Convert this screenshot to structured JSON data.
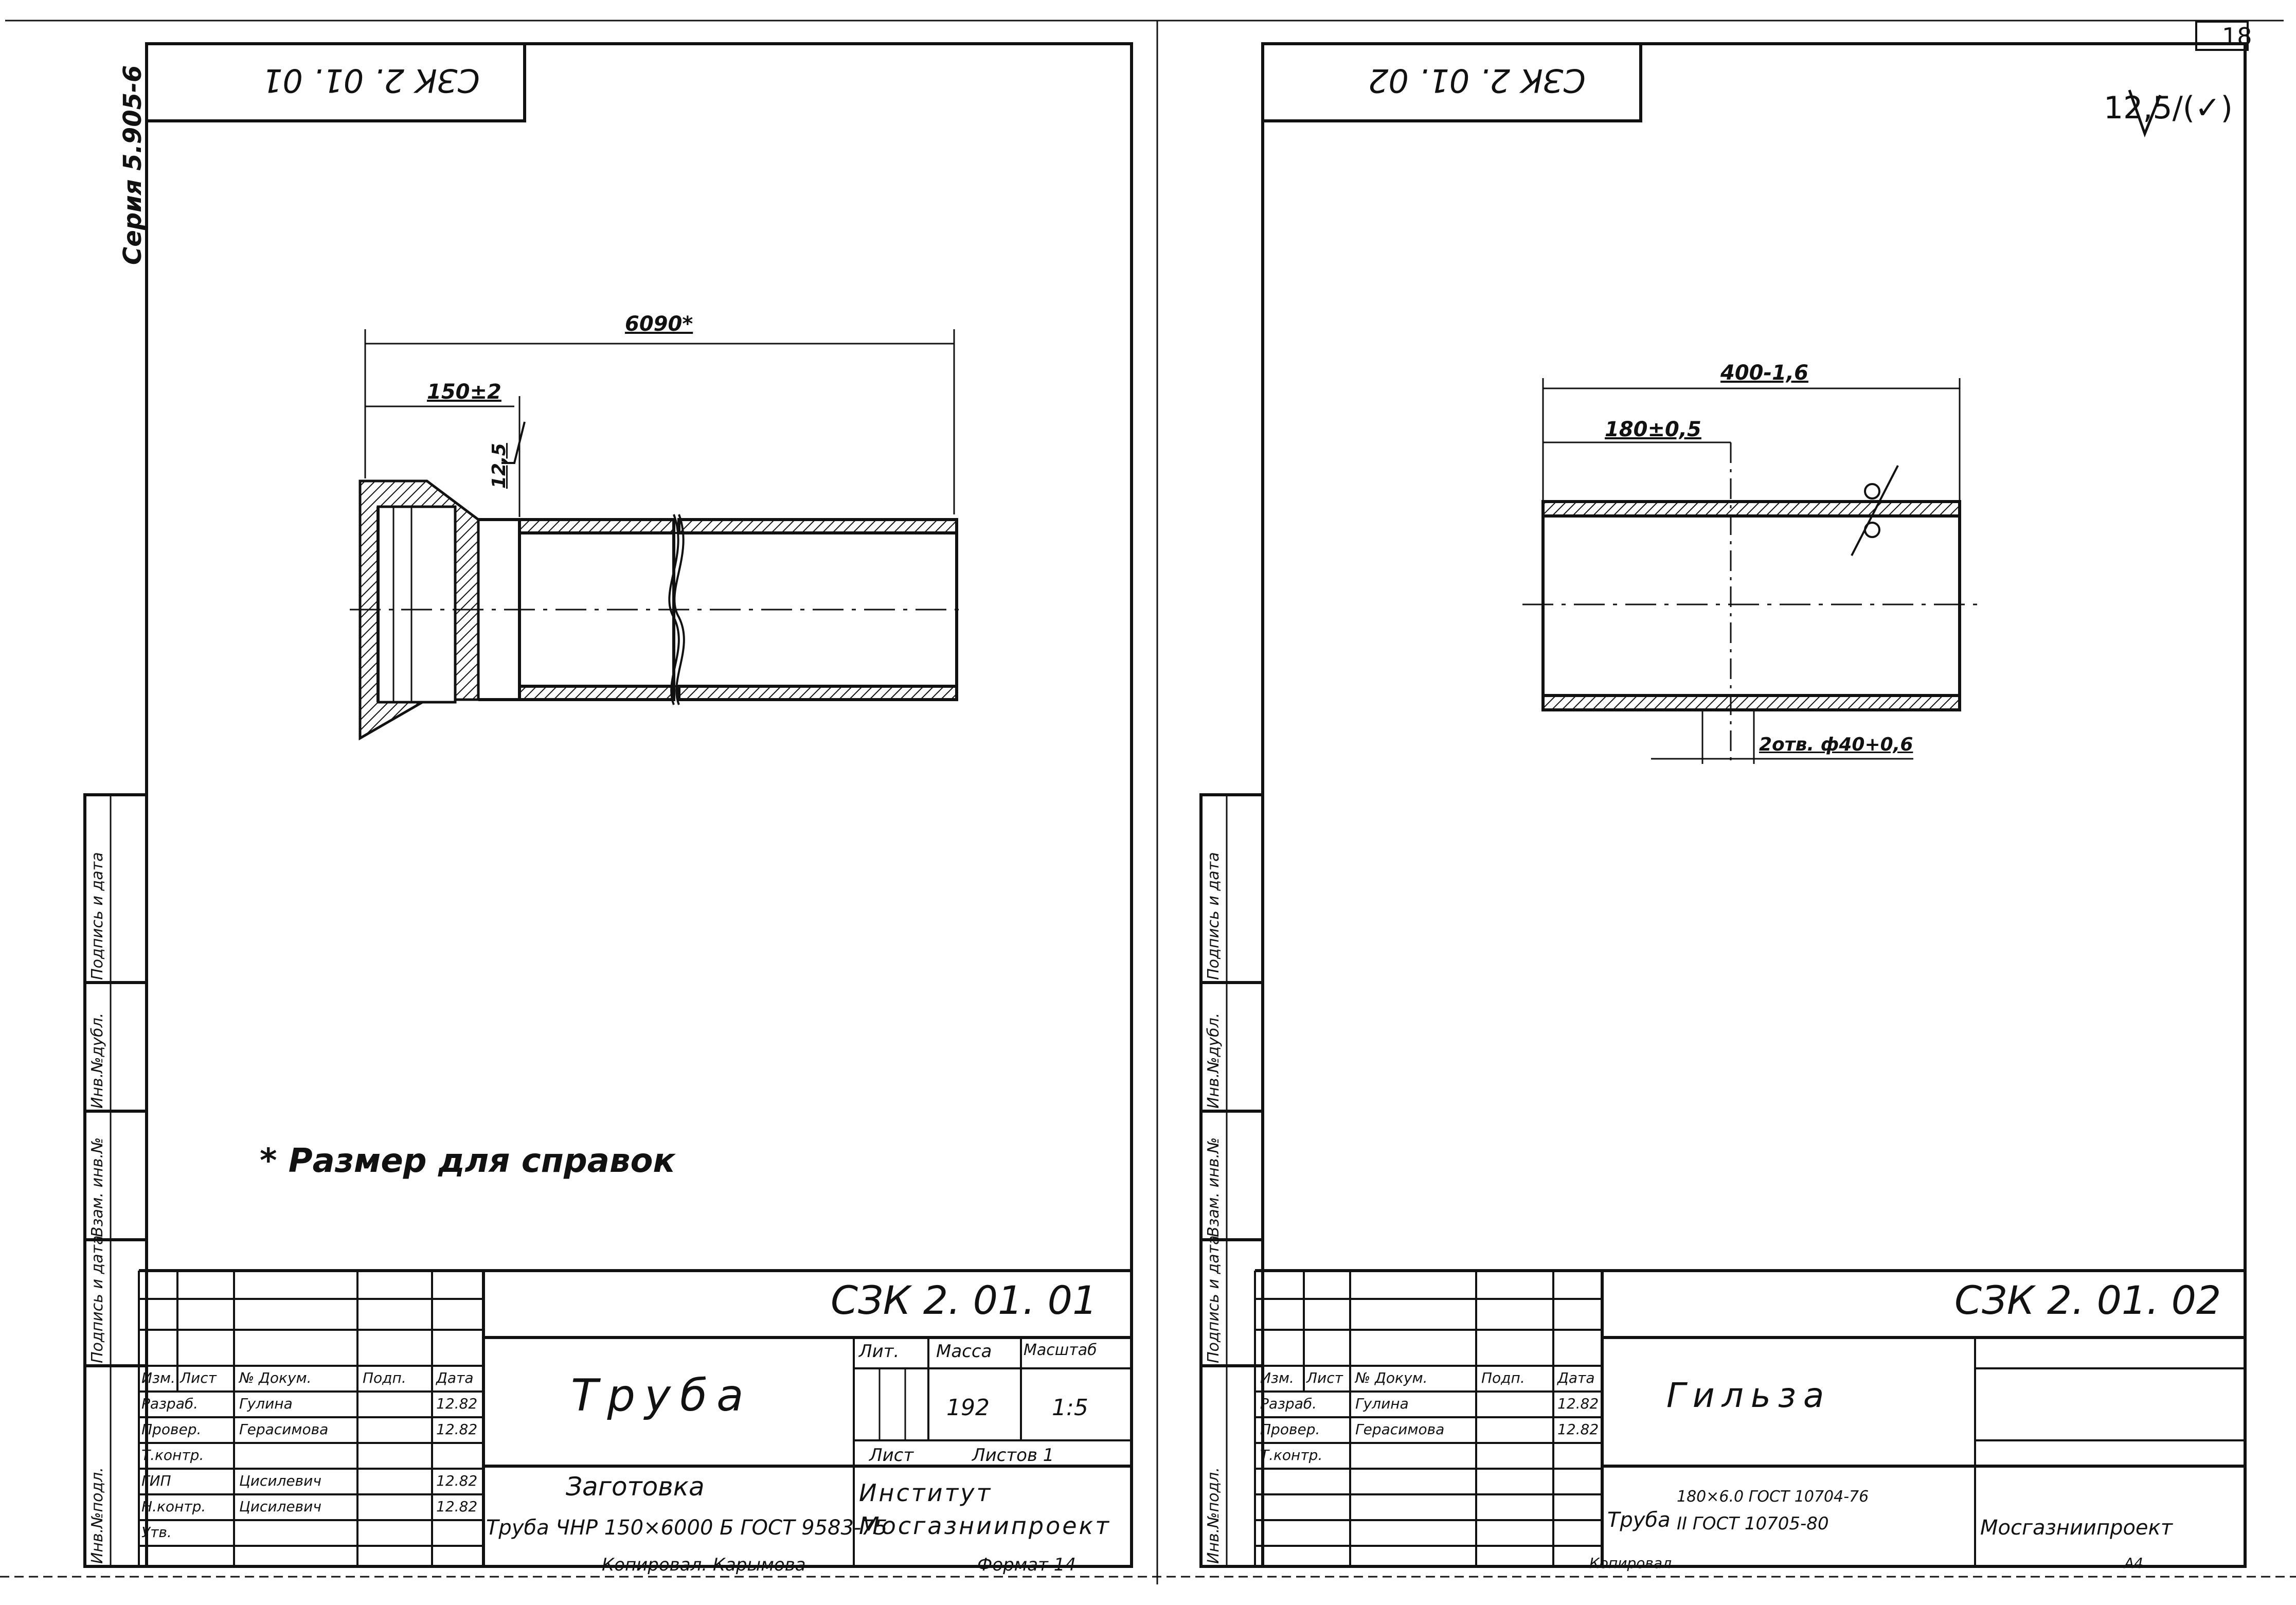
{
  "page_number": "18",
  "series": "Серия 5.905-6",
  "note": "* Размер для справок",
  "sheet_left": {
    "stamp_code": "СЗК 2. 01. 01",
    "code": "СЗК 2. 01. 01",
    "title": "Труба",
    "subtitle": "Заготовка",
    "material": "Труба ЧНР 150×6000 Б ГОСТ 9583-75",
    "mass_label": "Масса",
    "scale_label": "Масштаб",
    "lit_label": "Лит.",
    "mass": "192",
    "scale": "1:5",
    "sheet_label": "Лист",
    "sheets_label": "Листов 1",
    "org": "Институт Мосгазниипроект",
    "dims": {
      "total": "6090*",
      "socket": "150±2",
      "roughness": "12,5"
    },
    "copied": "Копировал. Карымова",
    "format": "Формат 14"
  },
  "sheet_right": {
    "stamp_code": "СЗК 2. 01. 02",
    "code": "СЗК 2. 01. 02",
    "title": "Гильза",
    "material_top": "180×6.0 ГОСТ 10704-76",
    "material_bottom": "II ГОСТ 10705-80",
    "material_prefix": "Труба",
    "org": "Мосгазниипроект",
    "roughness": "12,5/(✓)",
    "dims": {
      "total": "400-1,6",
      "hole_pos": "180±0,5",
      "holes": "2отв. ф40+0,6"
    },
    "copied": "Копировал",
    "format": "A4"
  },
  "title_block_roles": {
    "change": "Изм.",
    "sheet": "Лист",
    "doc": "№ Докум.",
    "sign": "Подп.",
    "date": "Дата",
    "rows": [
      {
        "role": "Разраб.",
        "name": "Гулина",
        "date": "12.82"
      },
      {
        "role": "Провер.",
        "name": "Герасимова",
        "date": "12.82"
      },
      {
        "role": "Т.контр.",
        "name": "",
        "date": ""
      },
      {
        "role": "ГИП",
        "name": "Цисилевич",
        "date": "12.82"
      },
      {
        "role": "Н.контр.",
        "name": "Цисилевич",
        "date": "12.82"
      },
      {
        "role": "Утв.",
        "name": "",
        "date": ""
      }
    ]
  },
  "side_strip": [
    "Инв.№подл.",
    "Подпись и дата",
    "Взам. инв.№",
    "Инв.№дубл.",
    "Подпись и дата"
  ]
}
